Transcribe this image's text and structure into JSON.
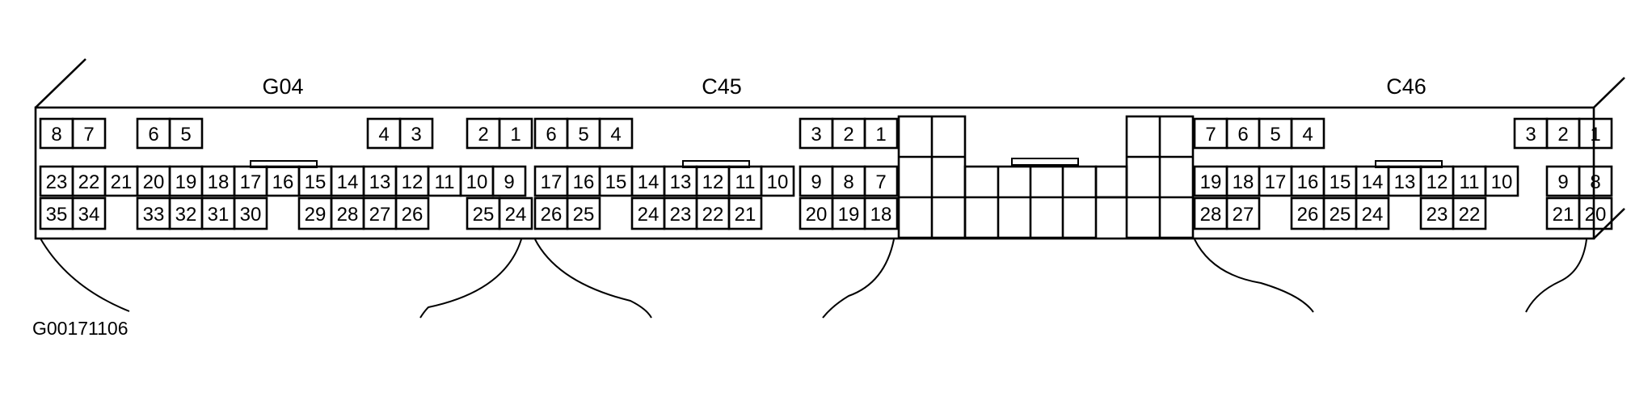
{
  "connectors": [
    {
      "id": "g04",
      "label": "G04",
      "rows": [
        [
          "8",
          "7",
          "6",
          "5",
          "4",
          "3",
          "2",
          "1"
        ],
        [
          "23",
          "22",
          "21",
          "20",
          "19",
          "18",
          "17",
          "16",
          "15",
          "14",
          "13",
          "12",
          "11",
          "10",
          "9"
        ],
        [
          "35",
          "34",
          "33",
          "32",
          "31",
          "30",
          "29",
          "28",
          "27",
          "26",
          "25",
          "24"
        ]
      ]
    },
    {
      "id": "c45",
      "label": "C45",
      "rows": [
        [
          "6",
          "5",
          "4",
          "3",
          "2",
          "1"
        ],
        [
          "17",
          "16",
          "15",
          "14",
          "13",
          "12",
          "11",
          "10",
          "9",
          "8",
          "7"
        ],
        [
          "26",
          "25",
          "24",
          "23",
          "22",
          "21",
          "20",
          "19",
          "18"
        ]
      ]
    },
    {
      "id": "c46",
      "label": "C46",
      "rows": [
        [
          "7",
          "6",
          "5",
          "4",
          "3",
          "2",
          "1"
        ],
        [
          "19",
          "18",
          "17",
          "16",
          "15",
          "14",
          "13",
          "12",
          "11",
          "10",
          "9",
          "8"
        ],
        [
          "28",
          "27",
          "26",
          "25",
          "24",
          "23",
          "22",
          "21",
          "20"
        ]
      ]
    }
  ],
  "caption": "G00171106"
}
